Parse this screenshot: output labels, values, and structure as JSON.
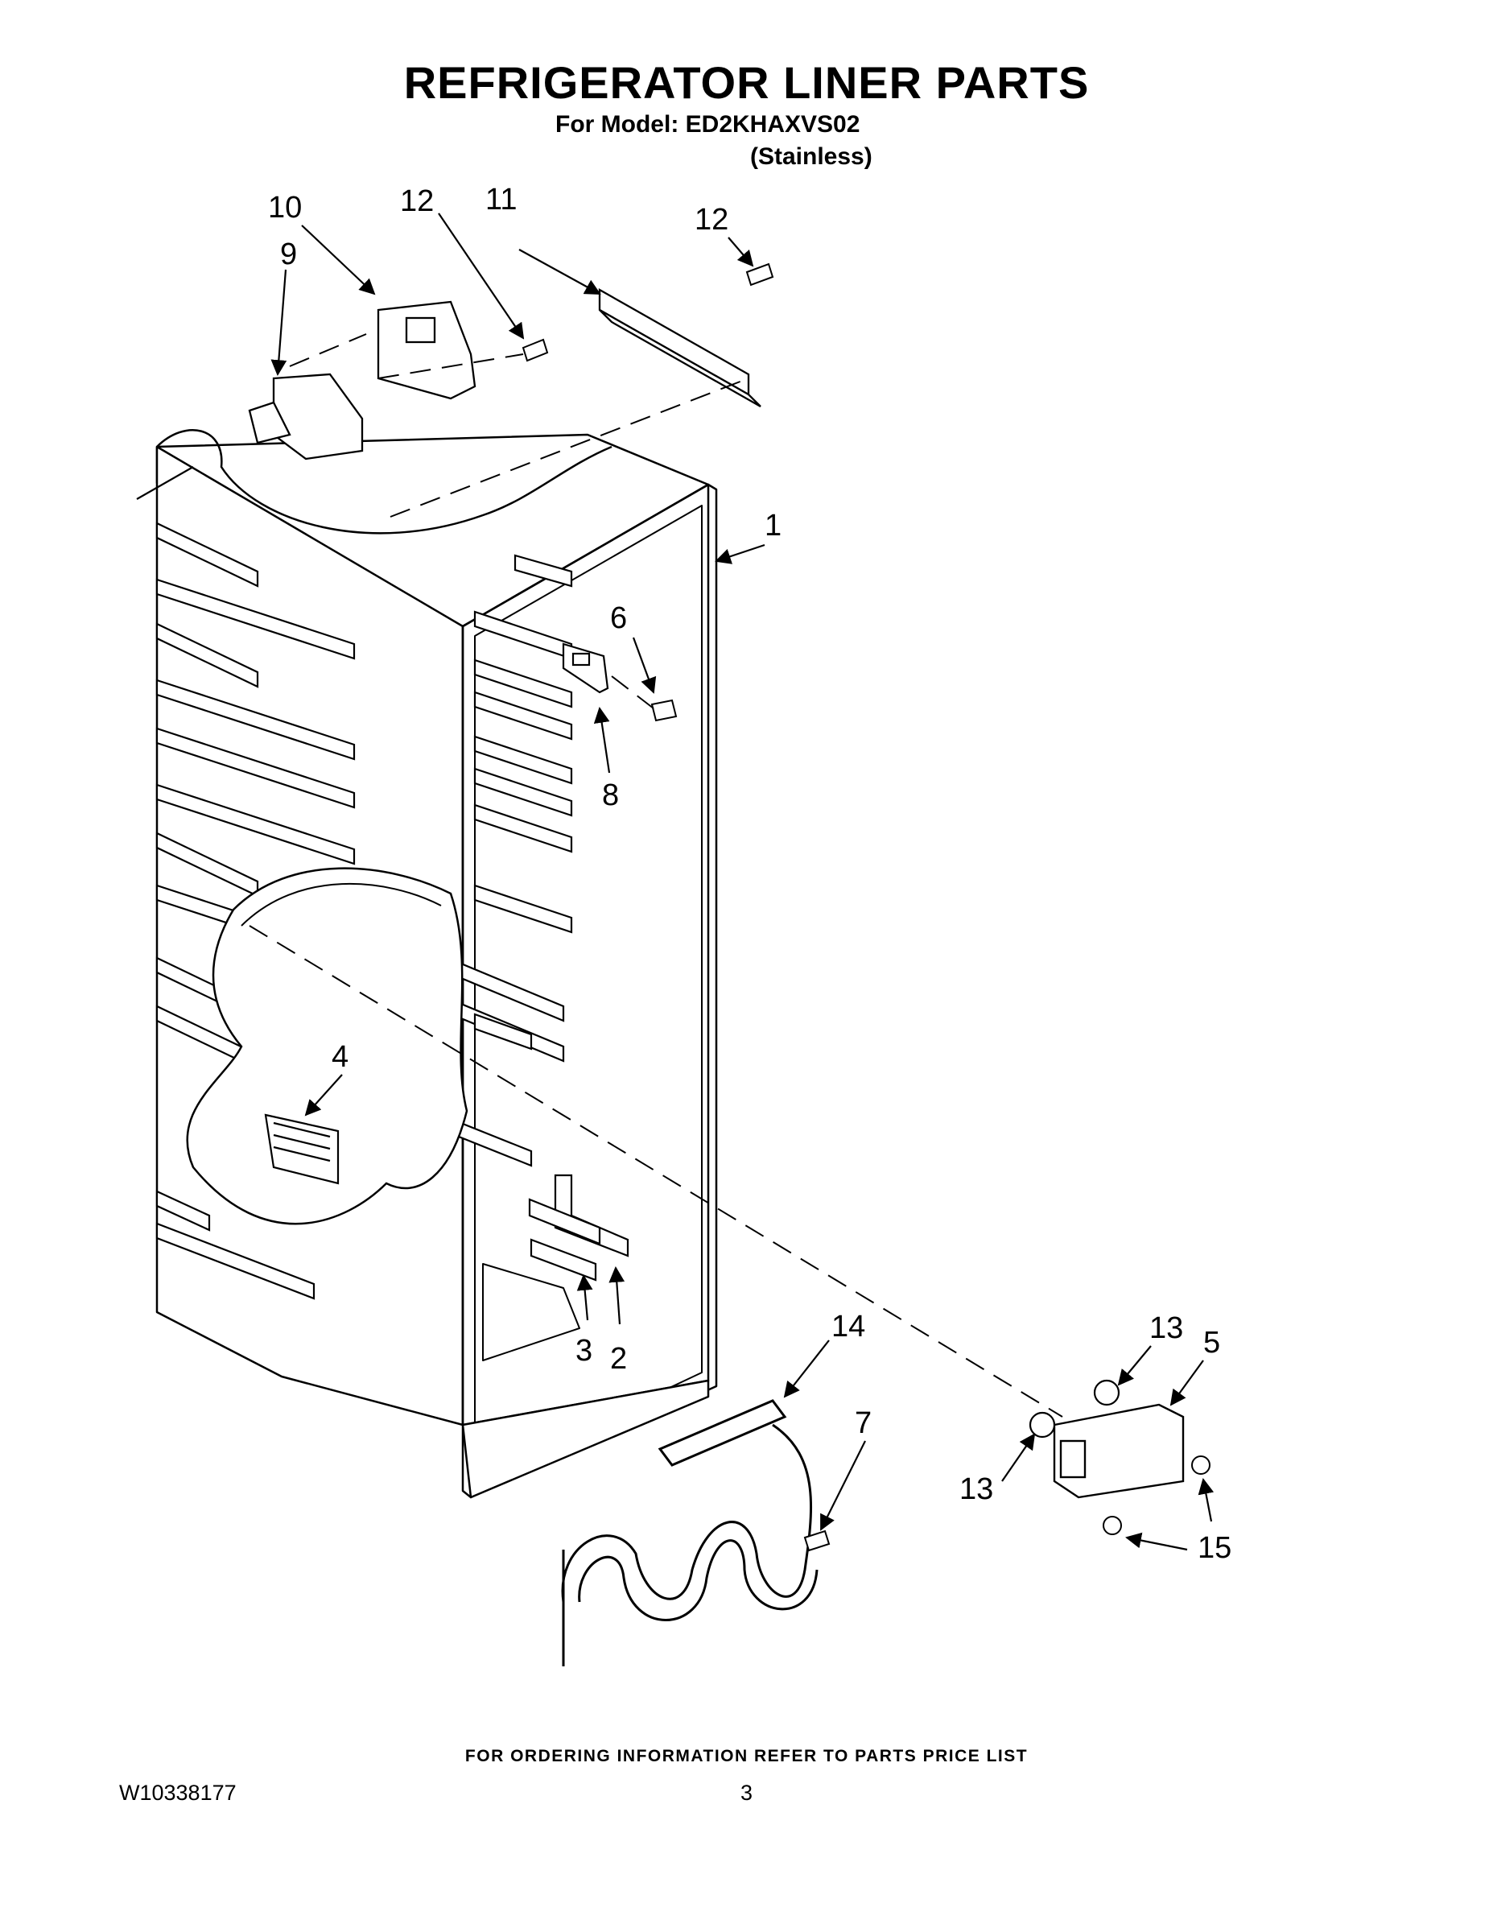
{
  "header": {
    "title": "REFRIGERATOR LINER PARTS",
    "model_line": "For Model: ED2KHAXVS02",
    "finish_line": "(Stainless)"
  },
  "callouts": [
    "1",
    "2",
    "3",
    "4",
    "5",
    "6",
    "7",
    "8",
    "9",
    "10",
    "11",
    "12",
    "12",
    "13",
    "13",
    "14",
    "15"
  ],
  "footer": {
    "ordering_note": "FOR ORDERING INFORMATION REFER TO PARTS PRICE LIST",
    "document_number": "W10338177",
    "page_number": "3"
  }
}
